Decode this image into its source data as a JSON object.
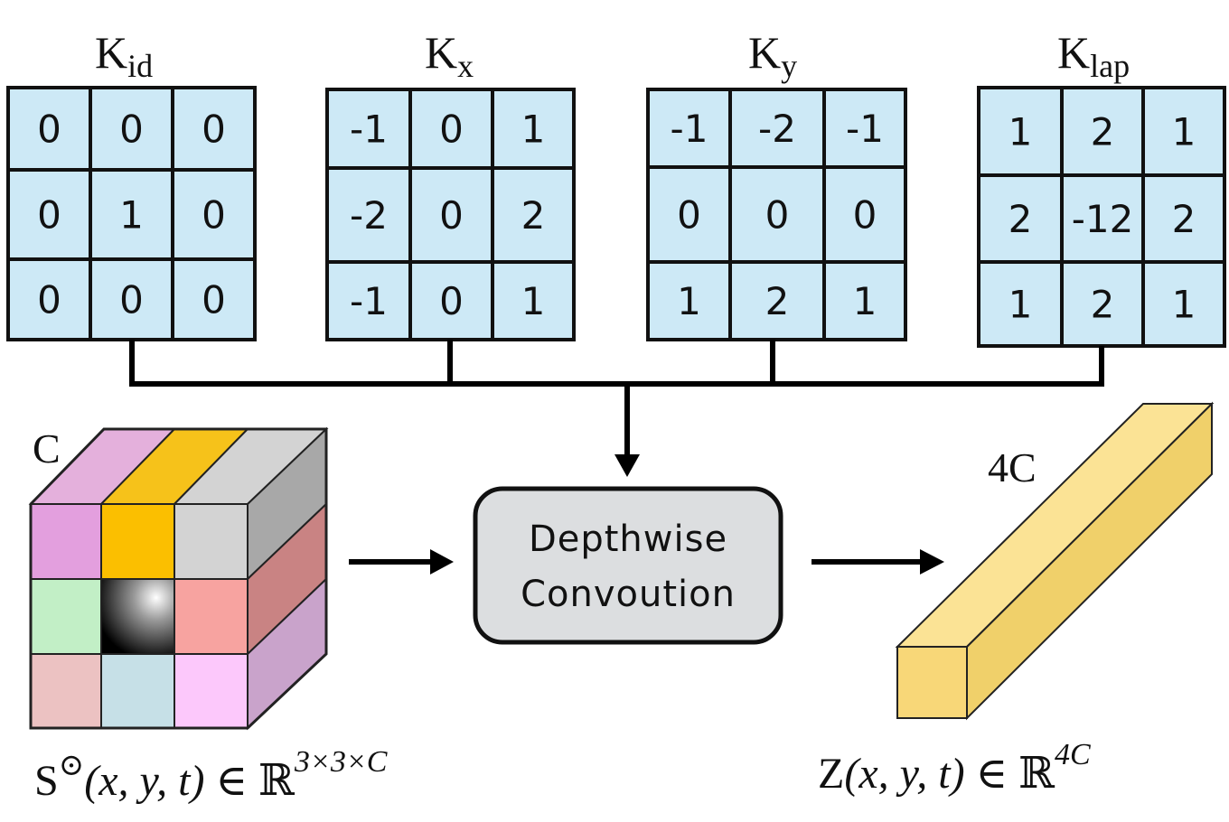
{
  "kernels": [
    {
      "name": "K",
      "sub": "id",
      "values": [
        "0",
        "0",
        "0",
        "0",
        "1",
        "0",
        "0",
        "0",
        "0"
      ]
    },
    {
      "name": "K",
      "sub": "x",
      "values": [
        "-1",
        "0",
        "1",
        "-2",
        "0",
        "2",
        "-1",
        "0",
        "1"
      ]
    },
    {
      "name": "K",
      "sub": "y",
      "values": [
        "-1",
        "-2",
        "-1",
        "0",
        "0",
        "0",
        "1",
        "2",
        "1"
      ]
    },
    {
      "name": "K",
      "sub": "lap",
      "values": [
        "1",
        "2",
        "1",
        "2",
        "-12",
        "2",
        "1",
        "2",
        "1"
      ]
    }
  ],
  "input_cube": {
    "label": "C",
    "formula_base": "S",
    "formula_sup_symbol": "⊙",
    "formula_args": "(x, y, t)",
    "formula_in": " ∈ ℝ",
    "formula_dims": "3×3×C"
  },
  "process_box": {
    "line1": "Depthwise",
    "line2": "Convoution"
  },
  "output_bar": {
    "label": "4C",
    "formula_base": "Z",
    "formula_args": "(x, y, t)",
    "formula_in": " ∈ ℝ",
    "formula_dims": "4C"
  },
  "colors": {
    "kernel_cell": "#cde9f6",
    "line": "#000000",
    "box_fill": "#dcdee0",
    "bar_front": "#f8d778",
    "bar_top": "#fbe395",
    "bar_side": "#f0d06a"
  }
}
